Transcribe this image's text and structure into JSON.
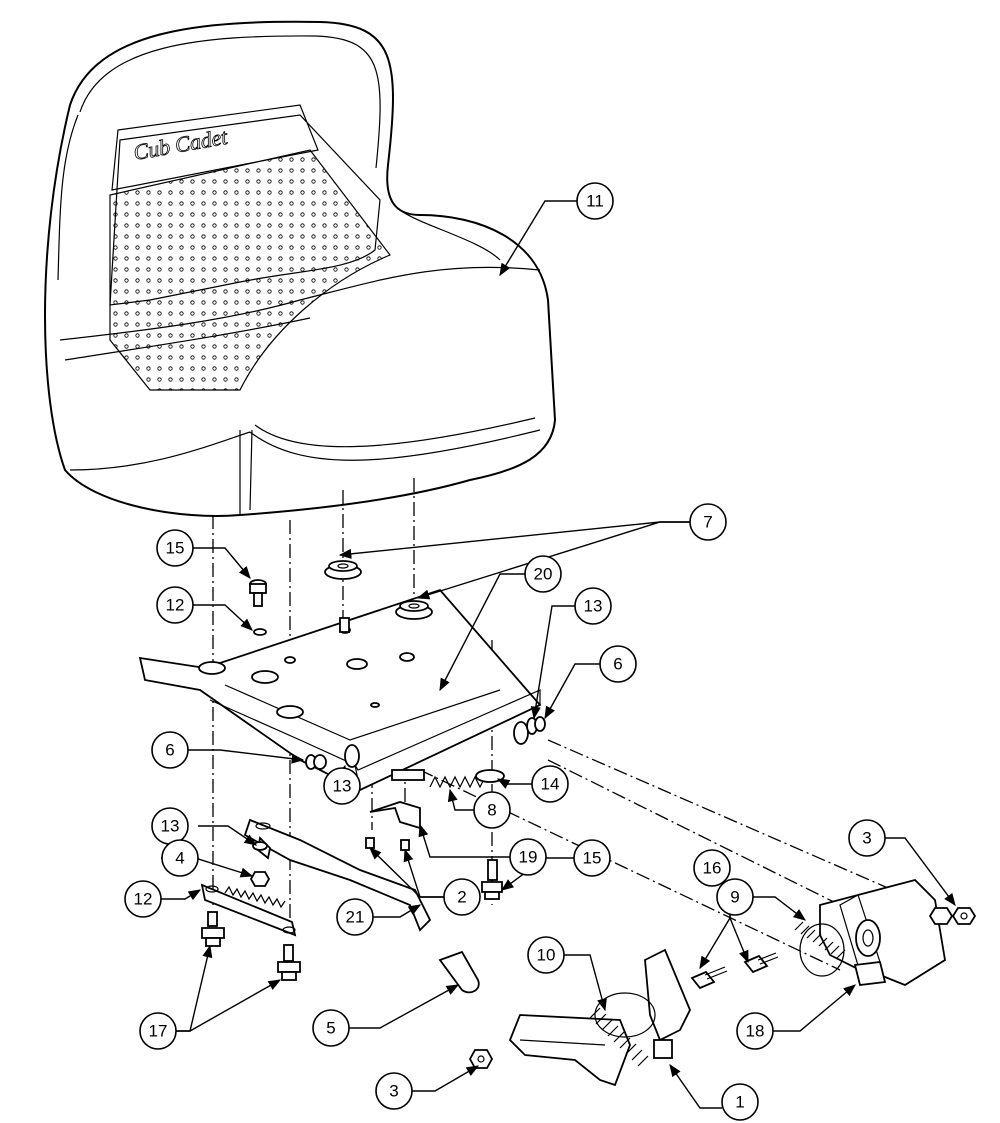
{
  "seat_logo": "Cub Cadet",
  "callouts": [
    {
      "id": "c11",
      "label": "11"
    },
    {
      "id": "c7",
      "label": "7"
    },
    {
      "id": "c15a",
      "label": "15"
    },
    {
      "id": "c12a",
      "label": "12"
    },
    {
      "id": "c20",
      "label": "20"
    },
    {
      "id": "c13a",
      "label": "13"
    },
    {
      "id": "c6a",
      "label": "6"
    },
    {
      "id": "c6b",
      "label": "6"
    },
    {
      "id": "c13b",
      "label": "13"
    },
    {
      "id": "c13c",
      "label": "13"
    },
    {
      "id": "c4",
      "label": "4"
    },
    {
      "id": "c12b",
      "label": "12"
    },
    {
      "id": "c14",
      "label": "14"
    },
    {
      "id": "c8",
      "label": "8"
    },
    {
      "id": "c19",
      "label": "19"
    },
    {
      "id": "c2",
      "label": "2"
    },
    {
      "id": "c15b",
      "label": "15"
    },
    {
      "id": "c3a",
      "label": "3"
    },
    {
      "id": "c9",
      "label": "9"
    },
    {
      "id": "c16",
      "label": "16"
    },
    {
      "id": "c21",
      "label": "21"
    },
    {
      "id": "c10",
      "label": "10"
    },
    {
      "id": "c17",
      "label": "17"
    },
    {
      "id": "c5",
      "label": "5"
    },
    {
      "id": "c18",
      "label": "18"
    },
    {
      "id": "c3b",
      "label": "3"
    },
    {
      "id": "c1",
      "label": "1"
    }
  ]
}
